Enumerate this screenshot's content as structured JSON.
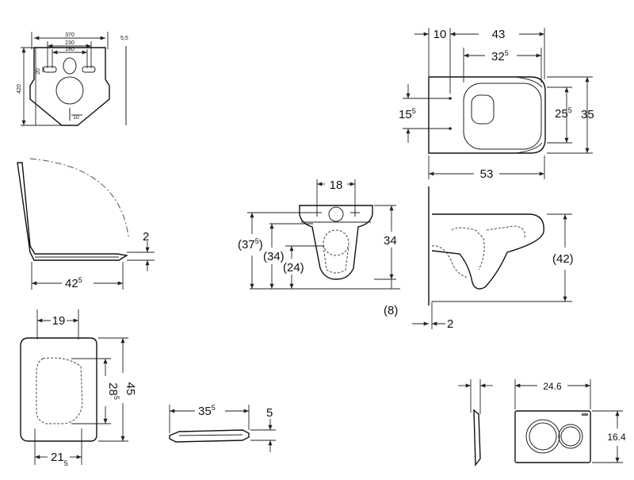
{
  "mounting_frame": {
    "width": "370",
    "inner_width": "230",
    "spacing": "180",
    "thickness": "5,5",
    "height": "420",
    "slot": "20",
    "pipe": "10"
  },
  "top_view": {
    "offset": "10",
    "depth_to_bolts": "43",
    "seat_depth": {
      "main": "32",
      "sup": "5"
    },
    "bolt_spacing": {
      "main": "15",
      "sup": "5"
    },
    "inner_width": {
      "main": "25",
      "sup": "5"
    },
    "width": "35",
    "length": "53"
  },
  "front_view": {
    "bolt_spacing": "18",
    "rim_height": {
      "open": "(37",
      "sup": "5",
      "close": ")"
    },
    "inlet_height": "(34)",
    "outlet_height": "(24)",
    "total_height": "34",
    "floor_gap": "(8)"
  },
  "side_view": {
    "height": "(42)",
    "gap": "2"
  },
  "lid_side": {
    "thickness": "2",
    "depth": {
      "main": "42",
      "sup": "5"
    }
  },
  "seat_top": {
    "top_width": "19",
    "inner_length": {
      "main": "28",
      "sup": "5"
    },
    "length": "45",
    "bottom_width": {
      "main": "21",
      "sup": "5"
    }
  },
  "seat_profile": {
    "depth": {
      "main": "35",
      "sup": "5"
    },
    "height": "5"
  },
  "flush_plate": {
    "width": "24.6",
    "height": "16.4"
  }
}
